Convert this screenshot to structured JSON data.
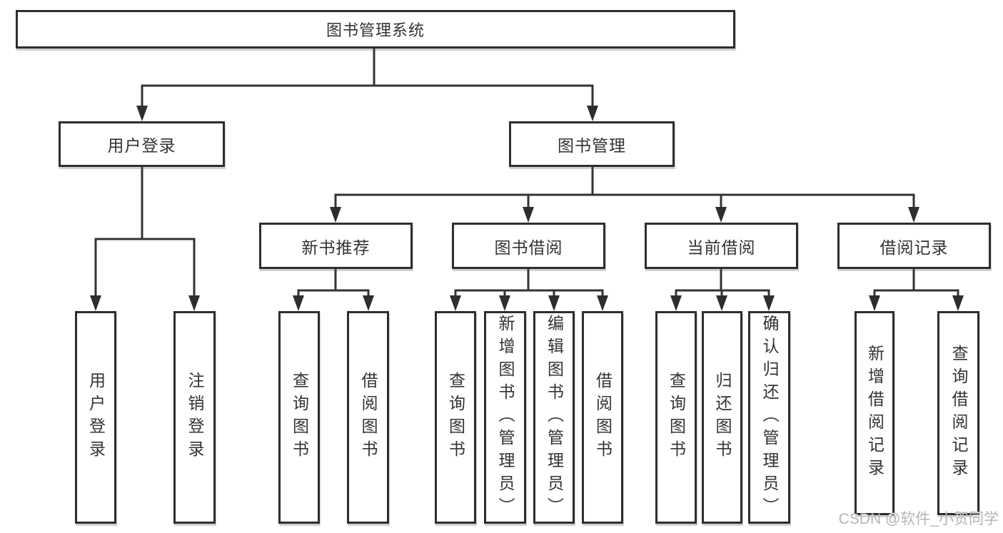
{
  "diagram": {
    "type": "hierarchy-tree",
    "watermark": "CSDN @软件_小贺同学",
    "colors": {
      "background": "#ffffff",
      "line": "#333333",
      "box_border": "#2e2e2e",
      "text": "#333333",
      "watermark": "#b4b4b4"
    },
    "tree": {
      "root": {
        "label": "图书管理系统"
      },
      "branches": [
        {
          "label": "用户登录",
          "leaves": [
            "用户登录",
            "注销登录"
          ]
        },
        {
          "label": "图书管理",
          "groups": [
            {
              "label": "新书推荐",
              "leaves": [
                "查询图书",
                "借阅图书"
              ]
            },
            {
              "label": "图书借阅",
              "leaves": [
                "查询图书",
                "新增图书（管理员）",
                "编辑图书（管理员）",
                "借阅图书"
              ]
            },
            {
              "label": "当前借阅",
              "leaves": [
                "查询图书",
                "归还图书",
                "确认归还（管理员）"
              ]
            },
            {
              "label": "借阅记录",
              "leaves": [
                "新增借阅记录",
                "查询借阅记录"
              ]
            }
          ]
        }
      ]
    }
  }
}
